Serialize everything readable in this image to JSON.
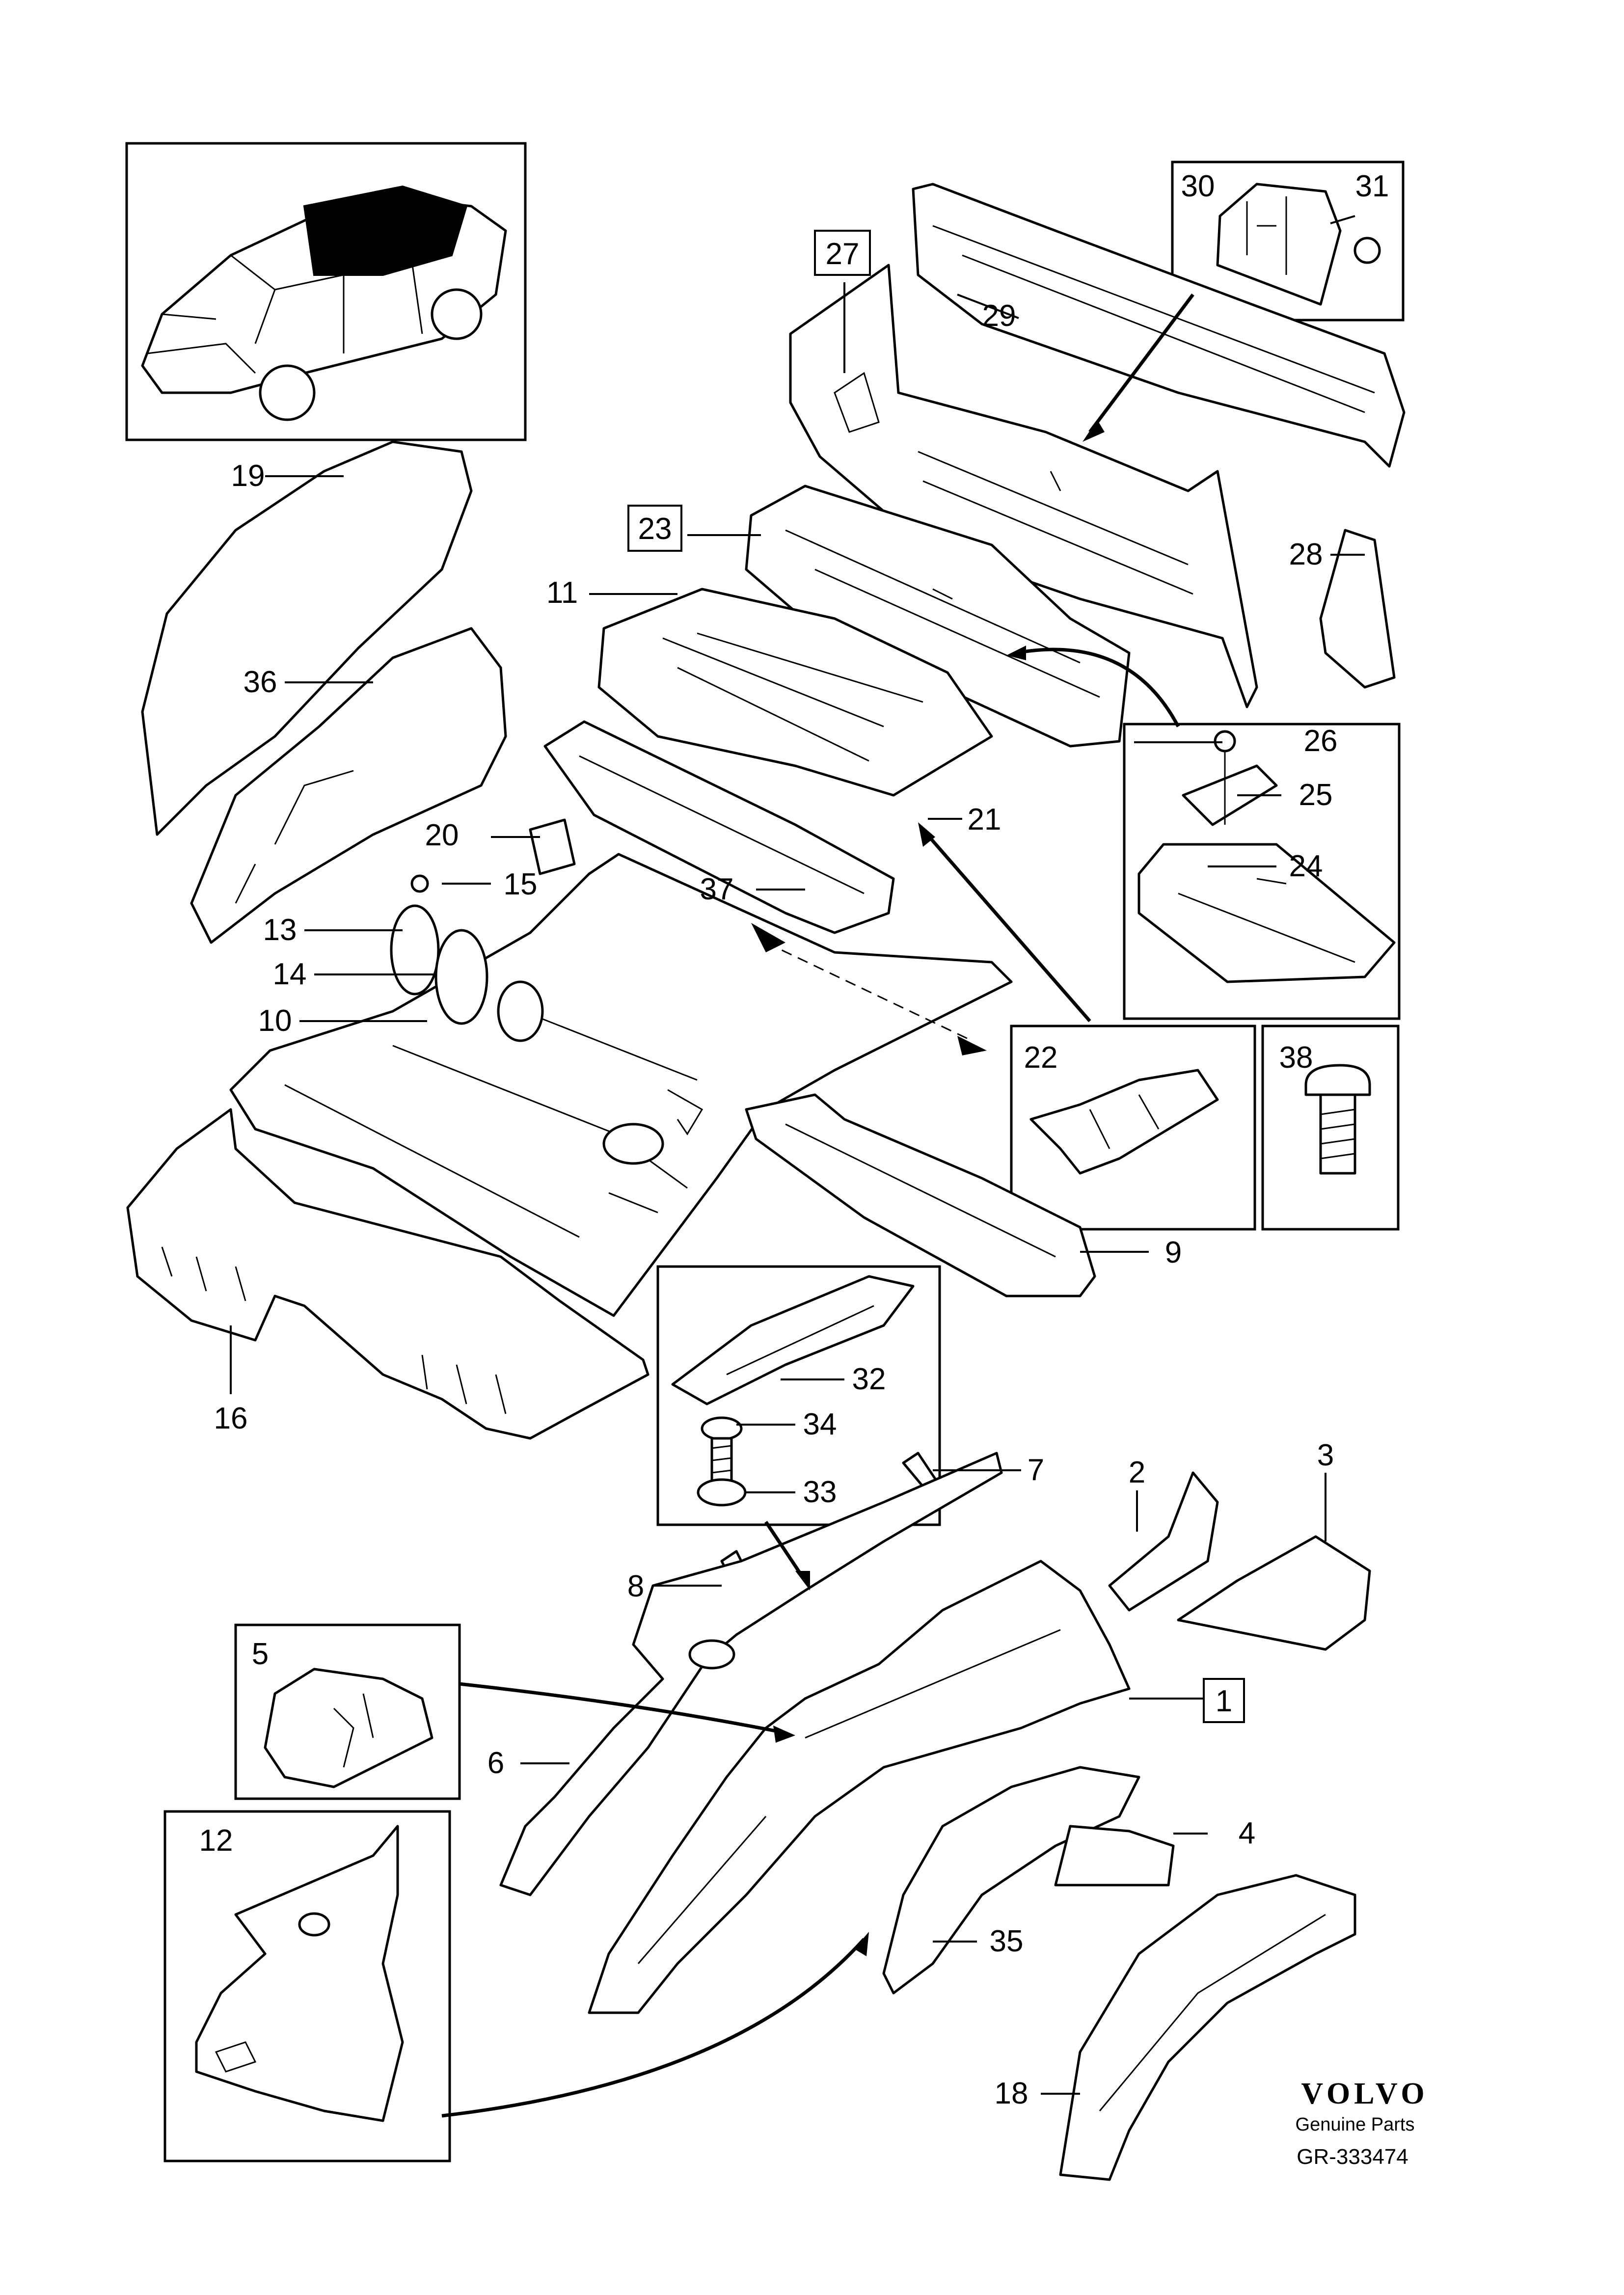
{
  "callouts": {
    "c1": "1",
    "c2": "2",
    "c3": "3",
    "c4": "4",
    "c5": "5",
    "c6": "6",
    "c7": "7",
    "c8": "8",
    "c9": "9",
    "c10": "10",
    "c11": "11",
    "c12": "12",
    "c13": "13",
    "c14": "14",
    "c15": "15",
    "c16": "16",
    "c18": "18",
    "c19": "19",
    "c20": "20",
    "c21": "21",
    "c22": "22",
    "c23": "23",
    "c24": "24",
    "c25": "25",
    "c26": "26",
    "c27": "27",
    "c28": "28",
    "c29": "29",
    "c30": "30",
    "c31": "31",
    "c32": "32",
    "c33": "33",
    "c34": "34",
    "c35": "35",
    "c36": "36",
    "c37": "37",
    "c38": "38"
  },
  "footer": {
    "brand": "VOLVO",
    "tagline": "Genuine Parts",
    "reference": "GR-333474"
  },
  "colors": {
    "line": "#000000",
    "background": "#ffffff"
  }
}
